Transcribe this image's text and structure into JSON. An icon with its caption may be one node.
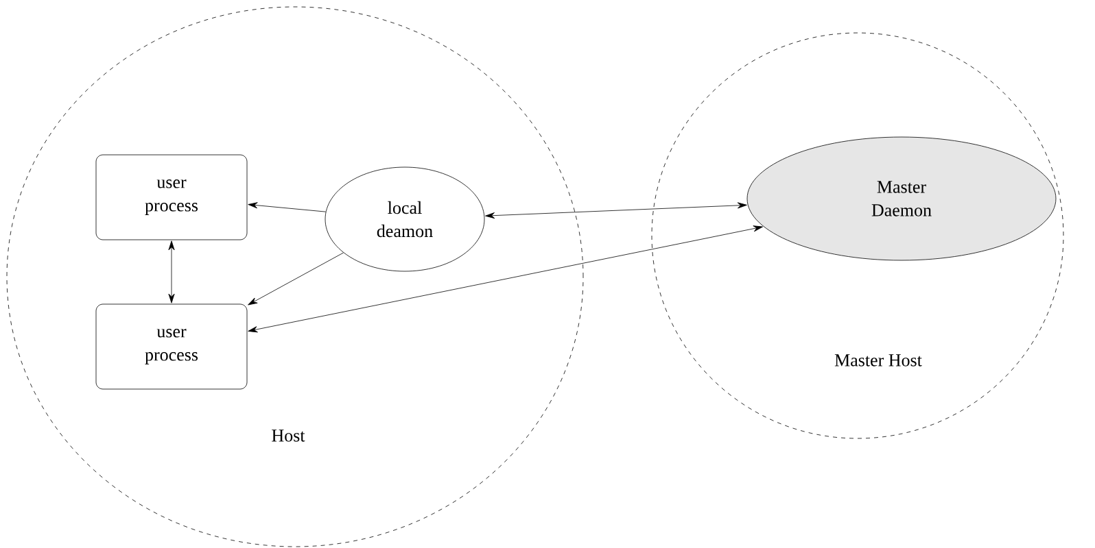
{
  "diagram": {
    "nodes": [
      {
        "text": [
          "Host"
        ]
      },
      {
        "text": [
          "user process"
        ],
        "in": 0
      },
      {
        "text": [
          "user process"
        ],
        "in": 0
      },
      {
        "text": [
          "local deamon"
        ],
        "in": 0
      },
      {
        "text": [
          "Master Host"
        ]
      },
      {
        "text": [
          "Master Daemon"
        ],
        "in": 4
      }
    ],
    "edges": [
      {
        "from": 3,
        "to": 1,
        "arrow": "to"
      },
      {
        "from": 3,
        "to": 2,
        "arrow": "to"
      },
      {
        "from": 1,
        "to": 2,
        "arrow": "both"
      },
      {
        "from": 3,
        "to": 5,
        "arrow": "both"
      },
      {
        "from": 2,
        "to": 5,
        "arrow": "both"
      }
    ]
  }
}
